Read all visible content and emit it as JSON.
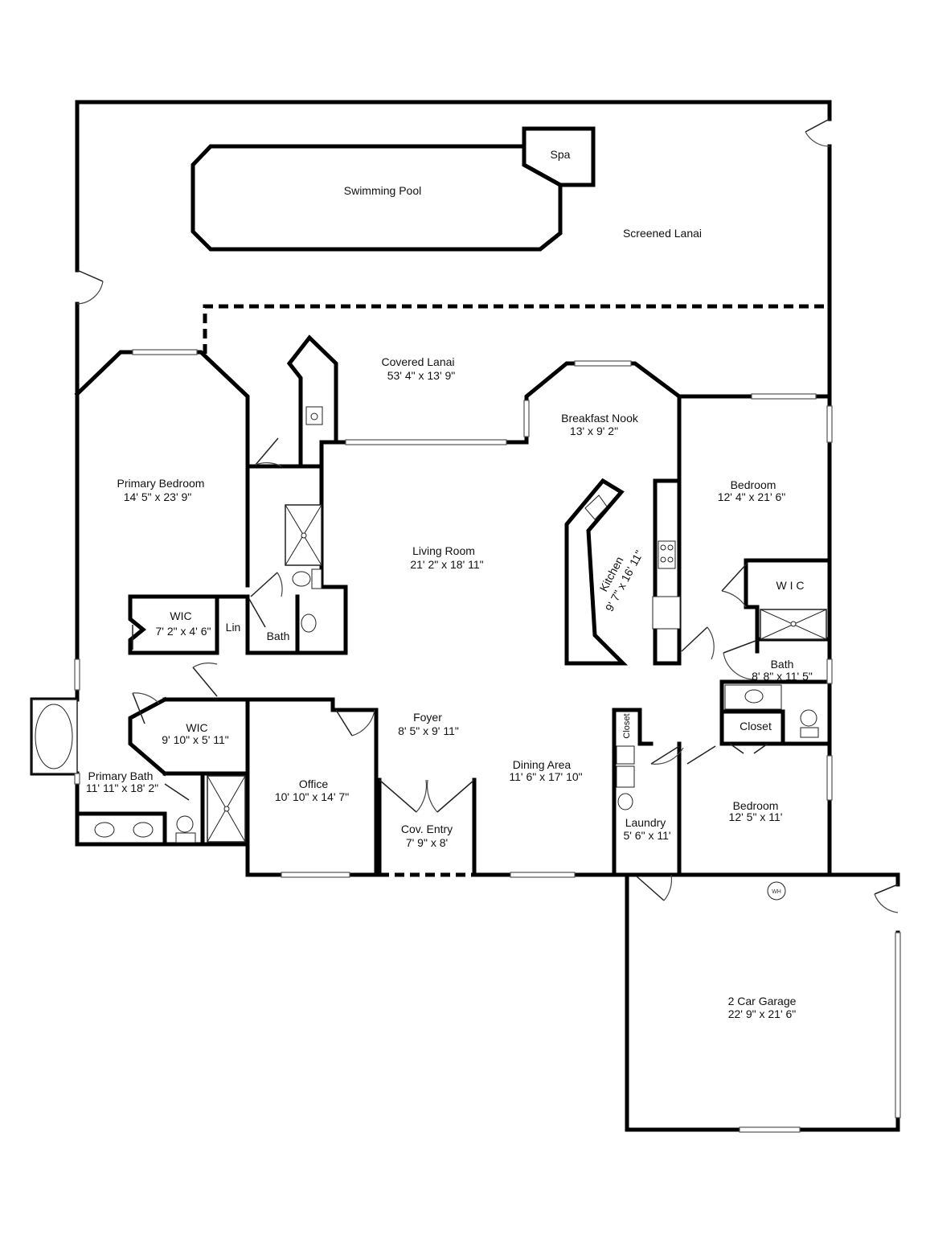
{
  "rooms": {
    "swimming_pool": {
      "name": "Swimming Pool"
    },
    "spa": {
      "name": "Spa"
    },
    "screened_lanai": {
      "name": "Screened Lanai"
    },
    "covered_lanai": {
      "name": "Covered Lanai",
      "size": "53' 4\" x 13' 9\""
    },
    "breakfast_nook": {
      "name": "Breakfast Nook",
      "size": "13' x 9' 2\""
    },
    "primary_bedroom": {
      "name": "Primary Bedroom",
      "size": "14' 5\" x 23' 9\""
    },
    "living_room": {
      "name": "Living Room",
      "size": "21' 2\" x 18' 11\""
    },
    "kitchen": {
      "name": "Kitchen",
      "size": "9' 7\" x 16' 11\""
    },
    "bedroom_2": {
      "name": "Bedroom",
      "size": "12' 4\" x 21' 6\""
    },
    "wic_bed2": {
      "name": "W I C"
    },
    "bath_2": {
      "name": "Bath",
      "size": "8' 8\" x 11' 5\""
    },
    "wic_primary_1": {
      "name": "WIC",
      "size": "7' 2\" x 4' 6\""
    },
    "lin": {
      "name": "Lin"
    },
    "bath_hall": {
      "name": "Bath"
    },
    "wic_primary_2": {
      "name": "WIC",
      "size": "9' 10\" x 5' 11\""
    },
    "foyer": {
      "name": "Foyer",
      "size": "8' 5\" x 9' 11\""
    },
    "office": {
      "name": "Office",
      "size": "10' 10\" x 14' 7\""
    },
    "dining_area": {
      "name": "Dining Area",
      "size": "11' 6\" x 17' 10\""
    },
    "closet_small": {
      "name": "Closet"
    },
    "closet_bed": {
      "name": "Closet"
    },
    "bedroom_3": {
      "name": "Bedroom",
      "size": "12' 5\" x 11'"
    },
    "primary_bath": {
      "name": "Primary Bath",
      "size": "11' 11\" x 18' 2\""
    },
    "cov_entry": {
      "name": "Cov. Entry",
      "size": "7' 9\" x 8'"
    },
    "laundry": {
      "name": "Laundry",
      "size": "5' 6\" x 11'"
    },
    "garage": {
      "name": "2 Car Garage",
      "size": "22' 9\" x 21' 6\""
    }
  },
  "fixtures": {
    "water_heater": "WH"
  }
}
